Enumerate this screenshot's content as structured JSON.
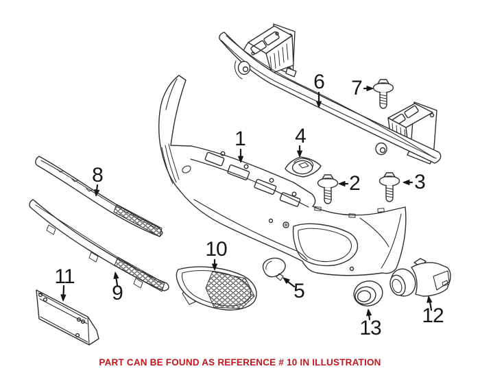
{
  "diagram": {
    "type": "exploded-parts-illustration",
    "subject": "front bumper assembly",
    "background": "#ffffff",
    "line_color": "#2d2d2d",
    "callouts": [
      {
        "number": "1",
        "part": "front-bumper-cover"
      },
      {
        "number": "2",
        "part": "bolt"
      },
      {
        "number": "3",
        "part": "bolt"
      },
      {
        "number": "4",
        "part": "mounting-bracket"
      },
      {
        "number": "5",
        "part": "tow-hook-cover"
      },
      {
        "number": "6",
        "part": "bumper-reinforcement"
      },
      {
        "number": "7",
        "part": "bolt"
      },
      {
        "number": "8",
        "part": "upper-trim-strip"
      },
      {
        "number": "9",
        "part": "lower-trim-strip"
      },
      {
        "number": "10",
        "part": "outer-grille"
      },
      {
        "number": "11",
        "part": "license-plate-bracket"
      },
      {
        "number": "12",
        "part": "park-distance-sensor"
      },
      {
        "number": "13",
        "part": "sensor-trim-ring"
      }
    ]
  },
  "caption": {
    "text": "PART CAN BE FOUND AS REFERENCE # 10 IN ILLUSTRATION",
    "color": "#c3161c"
  }
}
